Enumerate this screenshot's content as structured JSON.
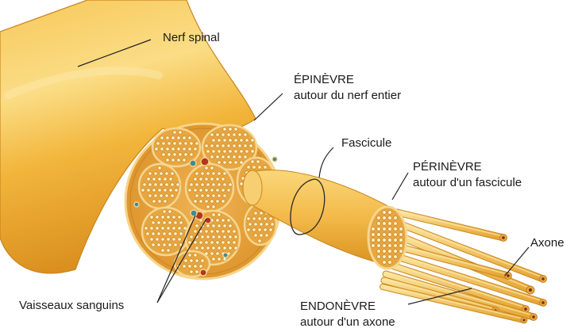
{
  "labels": {
    "spinal_nerve": "Nerf spinal",
    "epineurium_title": "ÉPINÈVRE",
    "epineurium_desc": "autour du nerf entier",
    "fascicle": "Fascicule",
    "perineurium_title": "PÉRINÈVRE",
    "perineurium_desc": "autour d'un fascicule",
    "axon": "Axone",
    "blood_vessels": "Vaisseaux sanguins",
    "endoneurium_title": "ENDONÈVRE",
    "endoneurium_desc": "autour d'un axone"
  },
  "colors": {
    "nerve_body": "#F2B63C",
    "nerve_highlight": "#FBDD86",
    "nerve_shadow": "#D98E1E",
    "epineurium_tissue": "#E9A43A",
    "fascicle_fill": "#E8A640",
    "fascicle_border": "#F6D690",
    "axon_dot": "#FFF1C6",
    "vessel_red": "#B5341E",
    "vessel_teal": "#3A8C97",
    "leader_line": "#222222",
    "label_text": "#1a1a1a"
  }
}
